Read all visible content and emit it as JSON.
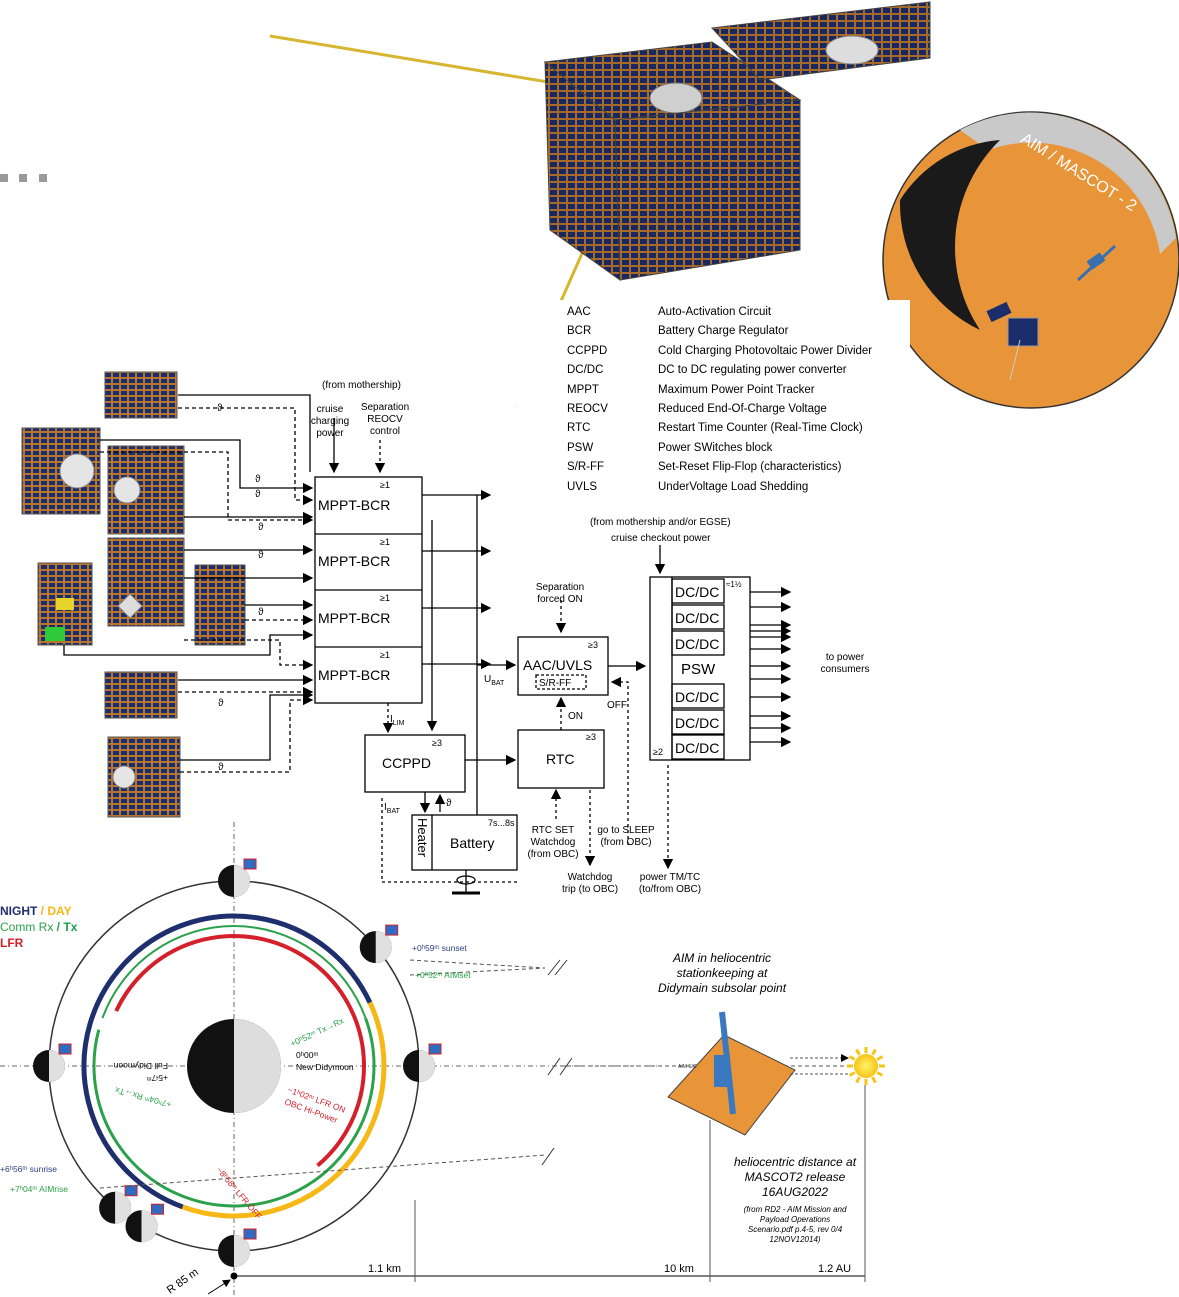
{
  "badge": {
    "text": "AIM / MASCOT - 2"
  },
  "abbreviations": [
    {
      "abbr": "AAC",
      "meaning": "Auto-Activation Circuit"
    },
    {
      "abbr": "BCR",
      "meaning": "Battery Charge Regulator"
    },
    {
      "abbr": "CCPPD",
      "meaning": "Cold Charging Photovoltaic Power Divider"
    },
    {
      "abbr": "DC/DC",
      "meaning": "DC to DC regulating power converter"
    },
    {
      "abbr": "MPPT",
      "meaning": "Maximum Power Point Tracker"
    },
    {
      "abbr": "REOCV",
      "meaning": "Reduced End-Of-Charge Voltage"
    },
    {
      "abbr": "RTC",
      "meaning": "Restart Time Counter (Real-Time Clock)"
    },
    {
      "abbr": "PSW",
      "meaning": "Power SWitches block"
    },
    {
      "abbr": "S/R-FF",
      "meaning": "Set-Reset Flip-Flop (characteristics)"
    },
    {
      "abbr": "UVLS",
      "meaning": "UnderVoltage Load Shedding"
    }
  ],
  "block_diagram": {
    "from_mothership": "(from mothership)",
    "cruise_charging": [
      "cruise",
      "charging",
      "power"
    ],
    "separation_reocv": [
      "Separation",
      "REOCV",
      "control"
    ],
    "mppt_label": "MPPT-BCR",
    "mppt_redundancy": "≥1",
    "ccppd_label": "CCPPD",
    "ccppd_redundancy": "≥3",
    "i_lim": "I",
    "i_lim_sub": "LIM",
    "i_bat": "I",
    "i_bat_sub": "BAT",
    "theta": "ϑ",
    "heater_label": "Heater",
    "battery_label": "Battery",
    "battery_config": "7s...8s",
    "aac_label": "AAC/UVLS",
    "aac_sub": "S/R-FF",
    "aac_redundancy": "≥3",
    "u_bat": "U",
    "u_bat_sub": "BAT",
    "separation_forced": [
      "Separation",
      "forced ON"
    ],
    "on_label": "ON",
    "off_label": "OFF",
    "rtc_label": "RTC",
    "rtc_redundancy": "≥3",
    "rtc_set": [
      "RTC SET",
      "Watchdog",
      "(from OBC)"
    ],
    "go_sleep": [
      "go to SLEEP",
      "(from OBC)"
    ],
    "watchdog_trip": [
      "Watchdog",
      "trip (to OBC)"
    ],
    "mothership_egse": "(from mothership  and/or EGSE)",
    "cruise_checkout": "cruise checkout power",
    "dcdc_label": "DC/DC",
    "psw_label": "PSW",
    "psw_top_redundancy": "≈1½",
    "psw_bottom_redundancy": "≥2",
    "to_power_consumers": [
      "to power",
      "consumers"
    ],
    "power_tmtc": [
      "power TM/TC",
      "(to/from OBC)"
    ]
  },
  "orbit": {
    "legend_night": "NIGHT",
    "legend_slash": " / ",
    "legend_day": "DAY",
    "legend_comm": "Comm Rx",
    "legend_tx": "Tx",
    "legend_lfr": "LFR",
    "sunset": "+0ʰ59ᵐ sunset",
    "aimset": "+0ʰ52ᵐ AIMset",
    "tx_rx": "+0ʰ52ᵐ Tx→Rx",
    "new_didymoon_time": "0ʰ00ᵐ",
    "new_didymoon": "New Didymoon",
    "lfr_on": [
      "~1ʰ02ᵐ LFR ON",
      "OBC Hi-Power"
    ],
    "full_didymoon_time": "+5ʵ7ᵐ",
    "full_didymoon": "Full Didymoon",
    "rx_tx": "+7ʰ04ᵐ Rx→Tx",
    "lfr_off": "~8ʰ58ᵐ LFR OFF",
    "sunrise": "+6ʰ56ᵐ sunrise",
    "aimrise": "+7ʰ04ᵐ AIMrise",
    "radius": "R 85 m",
    "dist_1": "1.1 km",
    "dist_2": "10 km",
    "dist_3": "1.2 AU",
    "aim_caption": [
      "AIM in heliocentric",
      "stationkeeping at",
      "Didymain subsolar point"
    ],
    "helio_caption": [
      "heliocentric distance at",
      "MASCOT2 release",
      "16AUG2022"
    ],
    "helio_source": [
      "(from RD2 - AIM Mission and",
      "Payload Operations",
      "Scenario.pdf p.4-5, rev 0/4",
      "12NOV12014)"
    ],
    "aim_small": "AIM S/C"
  },
  "colors": {
    "night": "#1f2f6e",
    "day": "#f5b816",
    "comm_rx": "#2aa14a",
    "tx": "#18a04a",
    "lfr": "#d4202a",
    "sunset": "#2f3f80",
    "orange": "#e8953a",
    "panel_blue": "#1b2d6b",
    "panel_frame": "#b8752e",
    "ellipsis": "#9a9a9a"
  }
}
